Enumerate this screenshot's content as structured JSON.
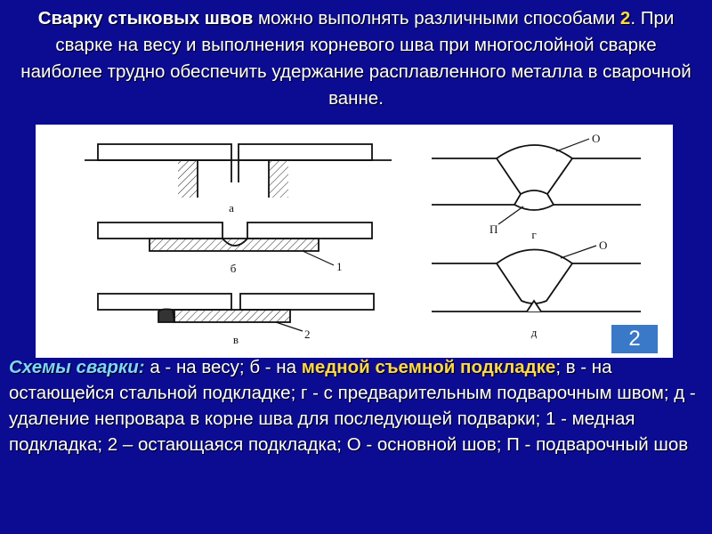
{
  "title": {
    "lead": "Сварку стыковых швов",
    "part1": " можно выполнять различными способами ",
    "num": "2",
    "part2": ". При сварке на весу и выполнения корневого шва при многослойной сварке наиболее трудно обеспечить удержание расплавленного металла в сварочной ванне."
  },
  "figure": {
    "labels": {
      "a": "а",
      "b": "б",
      "v": "в",
      "g": "г",
      "d": "д",
      "one": "1",
      "two": "2",
      "O1": "О",
      "O2": "О",
      "P": "П"
    },
    "number": "2"
  },
  "caption": {
    "lead": "Схемы сварки:",
    "part1": " а - на весу; б - на ",
    "highlight": "медной съемной подкладке",
    "part2": "; в - на остающейся стальной подкладке; г - с предварительным подварочным швом; д - удаление непровара в корне шва для последующей подварки; 1 - медная подкладка; 2 – остающаяся подкладка; О - основной шов; П - подварочный шов"
  }
}
